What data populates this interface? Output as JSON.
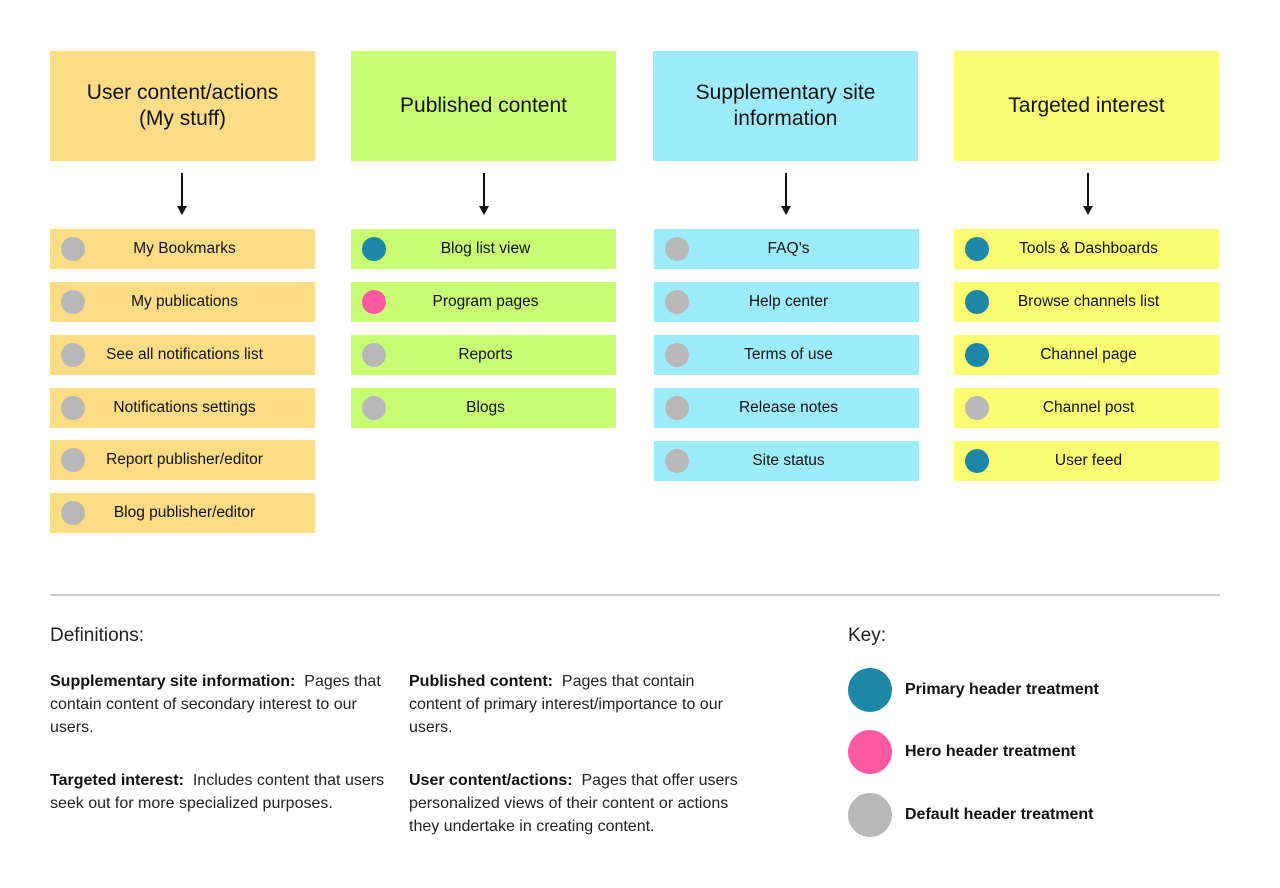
{
  "colors": {
    "user_content": "#fcdc84",
    "published": "#c8fc72",
    "supplementary": "#9cecfc",
    "targeted": "#fafc72",
    "primary": "#1d87a8",
    "hero": "#fc5aa0",
    "default": "#b8b8b8"
  },
  "columns": [
    {
      "title": "User content/actions\n(My stuff)",
      "color": "#fcdc84",
      "items": [
        {
          "label": "My Bookmarks",
          "treatment": "default"
        },
        {
          "label": "My publications",
          "treatment": "default"
        },
        {
          "label": "See all notifications list",
          "treatment": "default"
        },
        {
          "label": "Notifications settings",
          "treatment": "default"
        },
        {
          "label": "Report publisher/editor",
          "treatment": "default"
        },
        {
          "label": "Blog publisher/editor",
          "treatment": "default"
        }
      ]
    },
    {
      "title": "Published content",
      "color": "#c8fc72",
      "items": [
        {
          "label": "Blog list view",
          "treatment": "primary"
        },
        {
          "label": "Program pages",
          "treatment": "hero"
        },
        {
          "label": "Reports",
          "treatment": "default"
        },
        {
          "label": "Blogs",
          "treatment": "default"
        }
      ]
    },
    {
      "title": "Supplementary site\ninformation",
      "color": "#9cecfc",
      "items": [
        {
          "label": "FAQ’s",
          "treatment": "default"
        },
        {
          "label": "Help center",
          "treatment": "default"
        },
        {
          "label": "Terms of use",
          "treatment": "default"
        },
        {
          "label": "Release notes",
          "treatment": "default"
        },
        {
          "label": "Site status",
          "treatment": "default"
        }
      ]
    },
    {
      "title": "Targeted interest",
      "color": "#fafc72",
      "items": [
        {
          "label": "Tools & Dashboards",
          "treatment": "primary"
        },
        {
          "label": "Browse channels list",
          "treatment": "primary"
        },
        {
          "label": "Channel page",
          "treatment": "primary"
        },
        {
          "label": "Channel post",
          "treatment": "default"
        },
        {
          "label": "User feed",
          "treatment": "primary"
        }
      ]
    }
  ],
  "definitions": {
    "title": "Definitions:",
    "supplementary": {
      "term": "Supplementary site information:",
      "text": "Pages that contain content of secondary interest to our users."
    },
    "published": {
      "term": "Published content:",
      "text": "Pages that contain content of primary interest/importance to our users."
    },
    "targeted": {
      "term": "Targeted interest:",
      "text": "Includes content that users seek out for more specialized purposes."
    },
    "user": {
      "term": "User content/actions:",
      "text": "Pages that offer users personalized views of their content or actions they undertake in creating content."
    }
  },
  "key": {
    "title": "Key:",
    "primary_label": "Primary header treatment",
    "hero_label": "Hero header treatment",
    "default_label": "Default header treatment"
  }
}
